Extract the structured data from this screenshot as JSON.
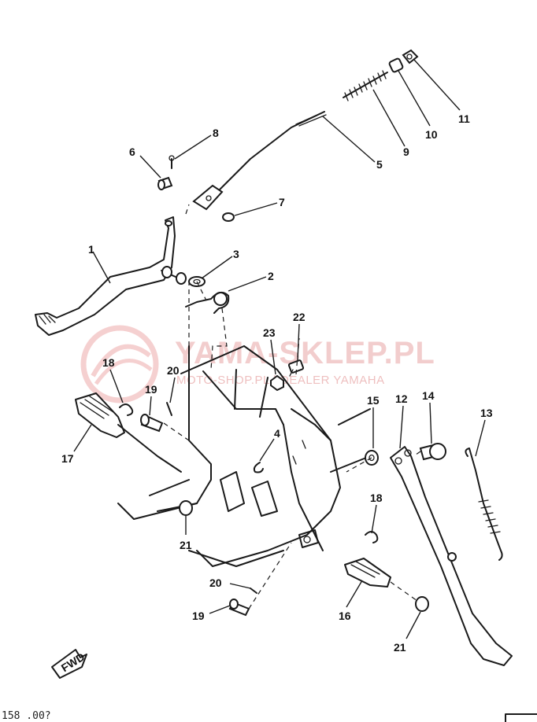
{
  "watermark": {
    "brand": "YAMA-SKLEP.PL",
    "tagline": "MOTO-SHOP.PL | DEALER YAMAHA"
  },
  "callouts": [
    "1",
    "2",
    "3",
    "4",
    "5",
    "6",
    "7",
    "8",
    "9",
    "10",
    "11",
    "12",
    "13",
    "14",
    "15",
    "16",
    "17",
    "18",
    "18",
    "19",
    "19",
    "20",
    "20",
    "21",
    "21",
    "22",
    "23"
  ],
  "direction_label": "FWD",
  "footer_code": "158 .00?"
}
